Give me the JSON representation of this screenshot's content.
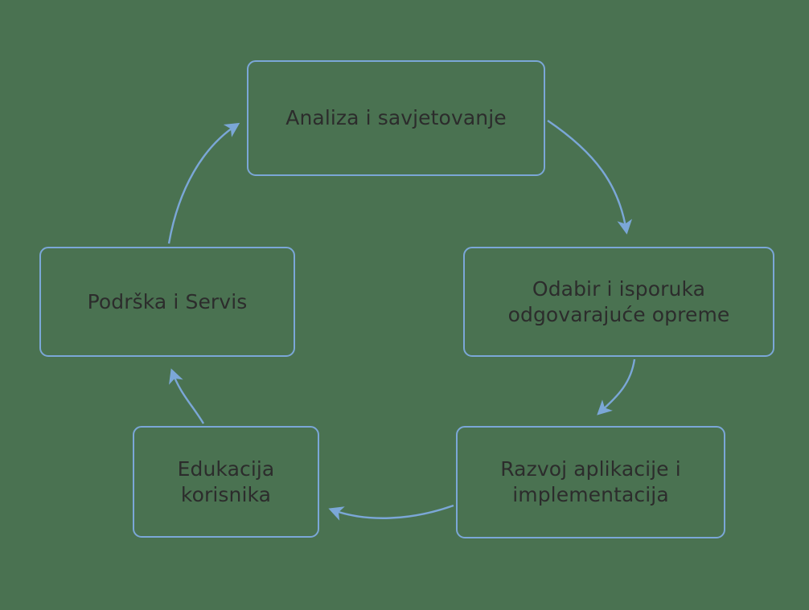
{
  "diagram": {
    "type": "cycle-flow",
    "background_color": "#4a7251",
    "node_border_color": "#7ba7d7",
    "arrow_color": "#7ba7d7",
    "text_color": "#2c2c2c",
    "nodes": [
      {
        "id": "analiza",
        "label": "Analiza i savjetovanje"
      },
      {
        "id": "odabir",
        "label": "Odabir i isporuka\nodgovarajuće opreme"
      },
      {
        "id": "razvoj",
        "label": "Razvoj aplikacije i\nimplementacija"
      },
      {
        "id": "edukacija",
        "label": "Edukacija\nkorisnika"
      },
      {
        "id": "podrska",
        "label": "Podrška i Servis"
      }
    ],
    "arrows": [
      {
        "from": "analiza",
        "to": "odabir"
      },
      {
        "from": "odabir",
        "to": "razvoj"
      },
      {
        "from": "razvoj",
        "to": "edukacija"
      },
      {
        "from": "edukacija",
        "to": "podrska"
      },
      {
        "from": "podrska",
        "to": "analiza"
      }
    ]
  }
}
